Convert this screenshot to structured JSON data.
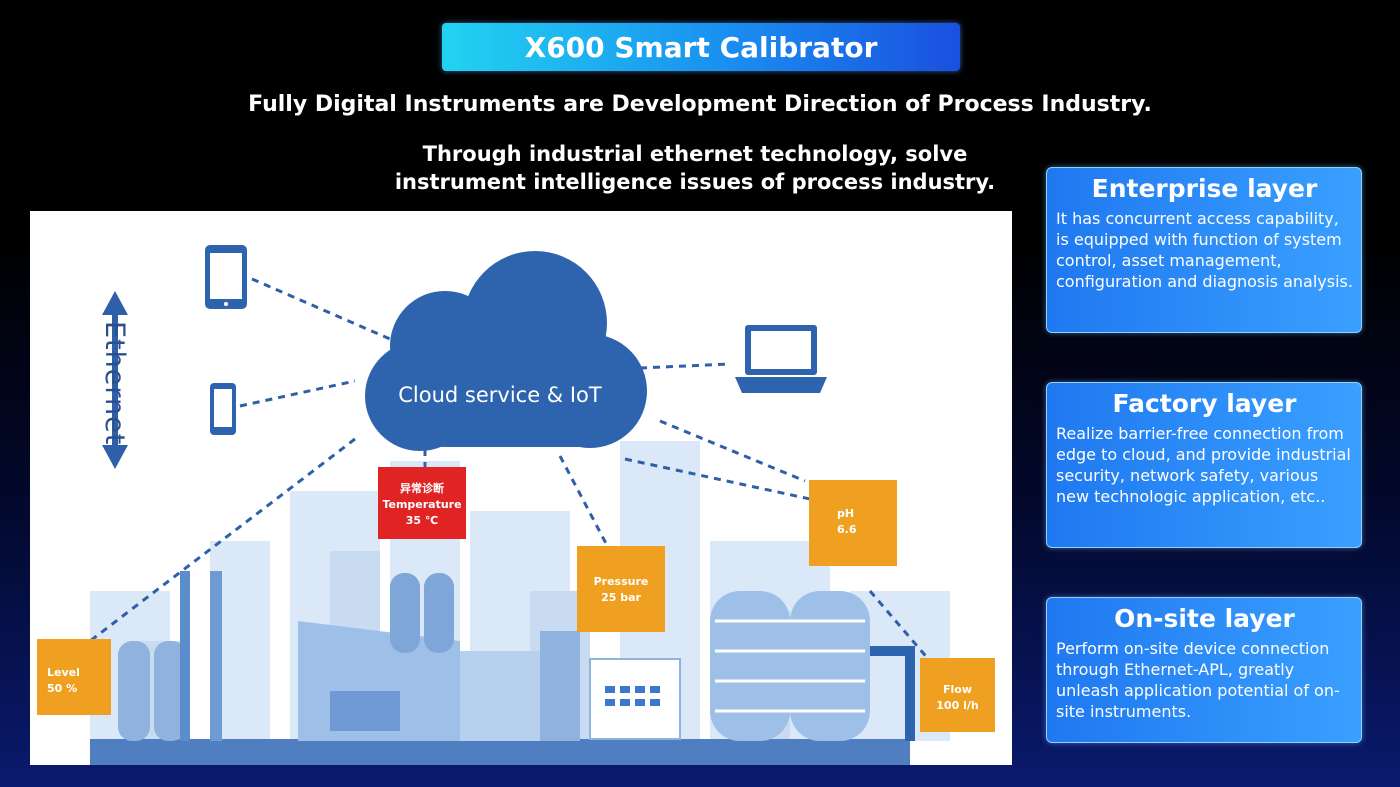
{
  "header": {
    "title": "X600 Smart Calibrator",
    "headline": "Fully Digital Instruments are Development Direction of Process Industry.",
    "subline_1": "Through industrial ethernet technology,  solve",
    "subline_2": "instrument intelligence issues of process industry."
  },
  "diagram": {
    "cloud_label": "Cloud service & IoT",
    "ethernet_label": "Ethernet",
    "tags": [
      {
        "label": "Level",
        "value": "50 %",
        "color": "#f0a020"
      },
      {
        "label": "Temperature",
        "value": "35 ℃",
        "extra": "异常诊断",
        "color": "#e02424"
      },
      {
        "label": "Pressure",
        "value": "25 bar",
        "color": "#f0a020"
      },
      {
        "label": "pH",
        "value": "6.6",
        "color": "#f0a020"
      },
      {
        "label": "Flow",
        "value": "100 l/h",
        "color": "#f0a020"
      }
    ],
    "icons": [
      "tablet-icon",
      "phone-icon",
      "laptop-icon",
      "cloud-icon",
      "factory-illustration"
    ]
  },
  "layers": [
    {
      "title": "Enterprise layer",
      "text": "It has concurrent access capability, is equipped with function of system control, asset management, configuration and diagnosis analysis."
    },
    {
      "title": "Factory layer",
      "text": "Realize barrier-free connection from edge to cloud,  and provide industrial security,  network safety, various new technologic application,  etc.."
    },
    {
      "title": "On-site layer",
      "text": "Perform on-site device connection through Ethernet-APL,  greatly unleash application potential of on-site instruments."
    }
  ],
  "colors": {
    "accent_cyan": "#22d3f0",
    "card_blue": "#1f78f0",
    "tag_orange": "#f0a020",
    "tag_red": "#e02424",
    "cloud_blue": "#2e64ad"
  }
}
